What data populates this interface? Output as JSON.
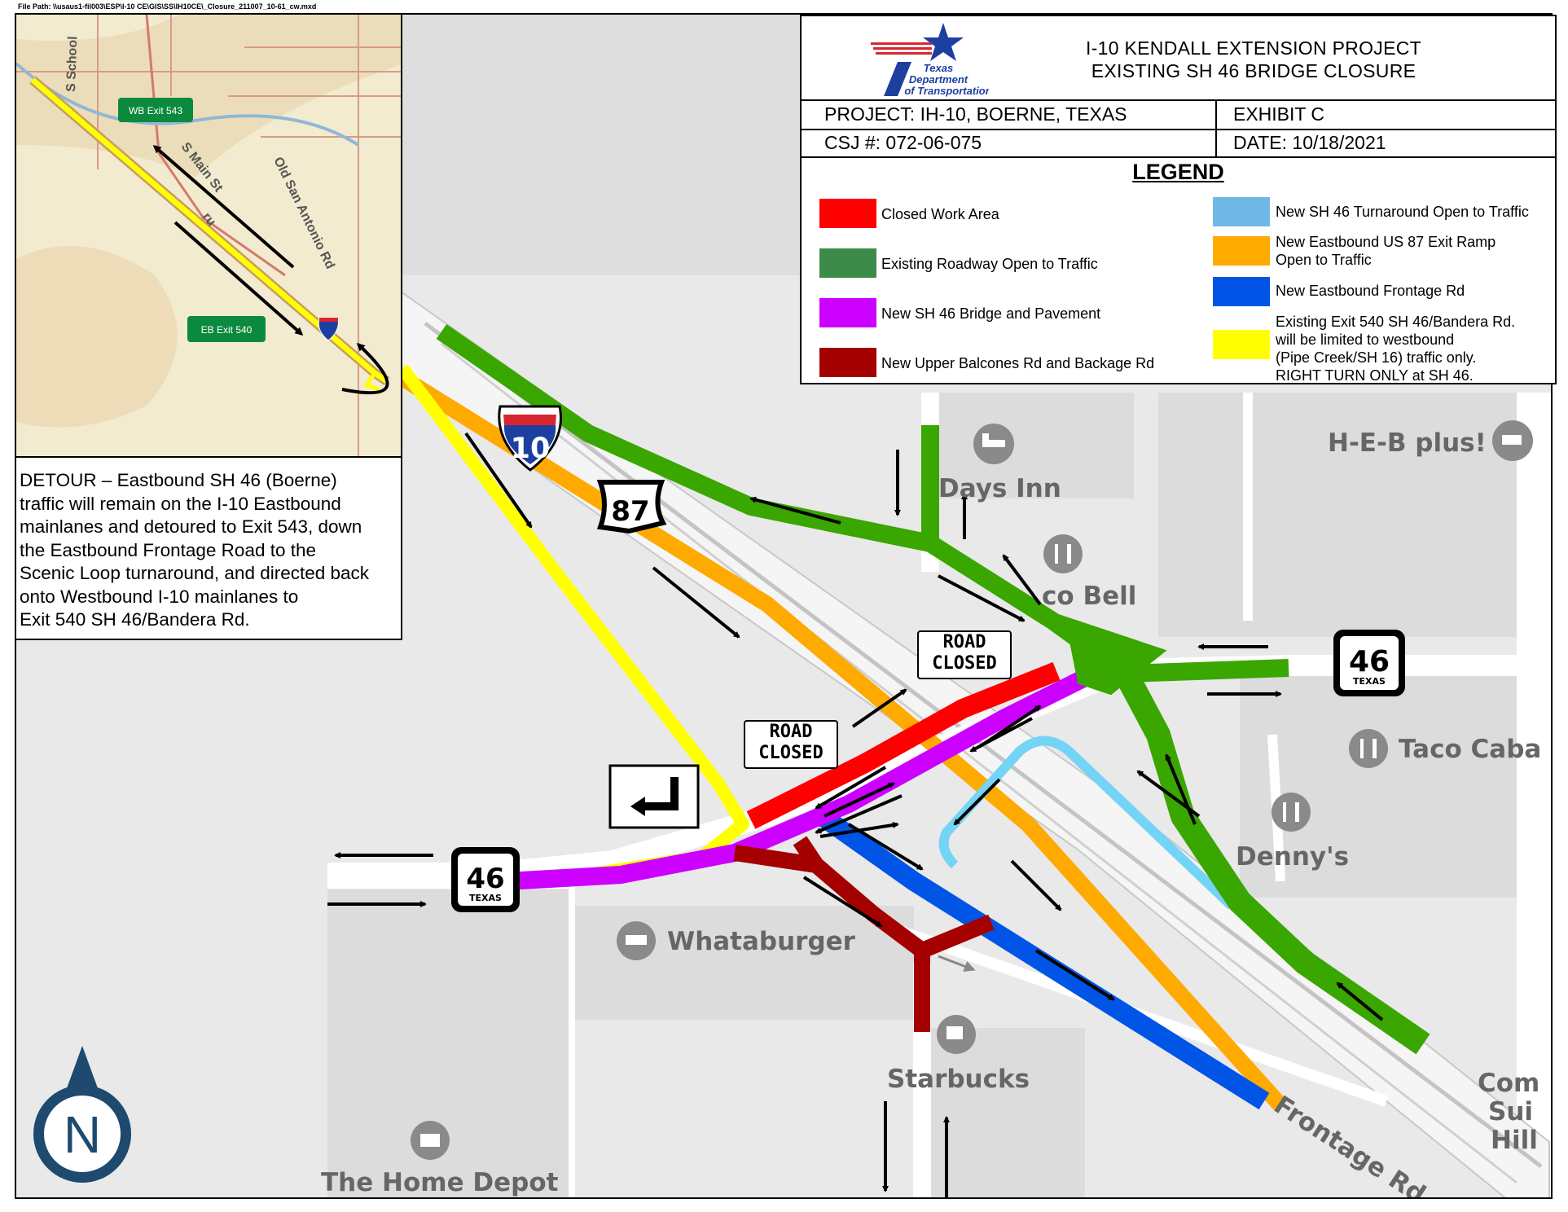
{
  "file_path": "File Path: \\\\usaus1-fil003\\ESP\\I-10 CE\\GIS\\SS\\IH10CE\\_Closure_211007_10-61_cw.mxd",
  "title": {
    "line1": "I-10 KENDALL EXTENSION PROJECT",
    "line2": "EXISTING SH 46 BRIDGE CLOSURE",
    "project": "PROJECT: IH-10, BOERNE, TEXAS",
    "exhibit": "EXHIBIT C",
    "csj": "CSJ #: 072-06-075",
    "date": "DATE: 10/18/2021",
    "logo_line1": "Texas",
    "logo_line2": "Department",
    "logo_line3": "of Transportation"
  },
  "legend": {
    "title": "LEGEND",
    "items": [
      {
        "label": "Closed Work Area",
        "color": "#ff0000"
      },
      {
        "label": "Existing Roadway Open to Traffic",
        "color": "#3d8b4a"
      },
      {
        "label": "New SH 46 Bridge and Pavement",
        "color": "#cc00ff"
      },
      {
        "label": "New Upper Balcones Rd and Backage Rd",
        "color": "#a50000"
      },
      {
        "label": "New SH 46 Turnaround Open to Traffic",
        "color": "#6fb8e6"
      },
      {
        "label_lines": [
          "New Eastbound US 87 Exit Ramp",
          "Open to Traffic"
        ],
        "color": "#ffaa00"
      },
      {
        "label": "New Eastbound Frontage Rd",
        "color": "#0055e6"
      },
      {
        "label_lines": [
          "Existing Exit 540 SH 46/Bandera Rd.",
          "will be limited to westbound",
          "(Pipe Creek/SH 16) traffic only.",
          "RIGHT TURN ONLY at SH 46."
        ],
        "color": "#ffff00"
      }
    ]
  },
  "inset": {
    "labels": {
      "school": "S School",
      "main": "S Main St",
      "old_san_antonio": "Old San Antonio Rd",
      "frag": "ru",
      "wb_exit": "WB Exit 543",
      "eb_exit": "EB Exit 540"
    }
  },
  "detour_lines": [
    "DETOUR – Eastbound SH 46 (Boerne)",
    "traffic will remain on the I-10 Eastbound",
    "mainlanes and detoured to Exit 543, down",
    "the Eastbound Frontage Road to the",
    "Scenic Loop turnaround, and directed back",
    "onto Westbound I-10 mainlanes to",
    "Exit 540 SH 46/Bandera Rd."
  ],
  "map": {
    "places": {
      "days_inn": "Days Inn",
      "taco_bell": "co Bell",
      "heb": "H-E-B plus!",
      "taco_cabana": "Taco Caba",
      "dennys": "Denny's",
      "whataburger": "Whataburger",
      "starbucks": "Starbucks",
      "home_depot": "The Home Depot",
      "comfort_1": "Com",
      "comfort_2": "Sui",
      "comfort_3": "Hill",
      "frontage": "Frontage Rd"
    },
    "shields": {
      "interstate": "10",
      "us": "87",
      "sh_west": "46",
      "sh_east": "46",
      "texas": "TEXAS"
    },
    "signs": {
      "road_closed_1a": "ROAD",
      "road_closed_1b": "CLOSED",
      "road_closed_2a": "ROAD",
      "road_closed_2b": "CLOSED"
    },
    "north": "N"
  }
}
